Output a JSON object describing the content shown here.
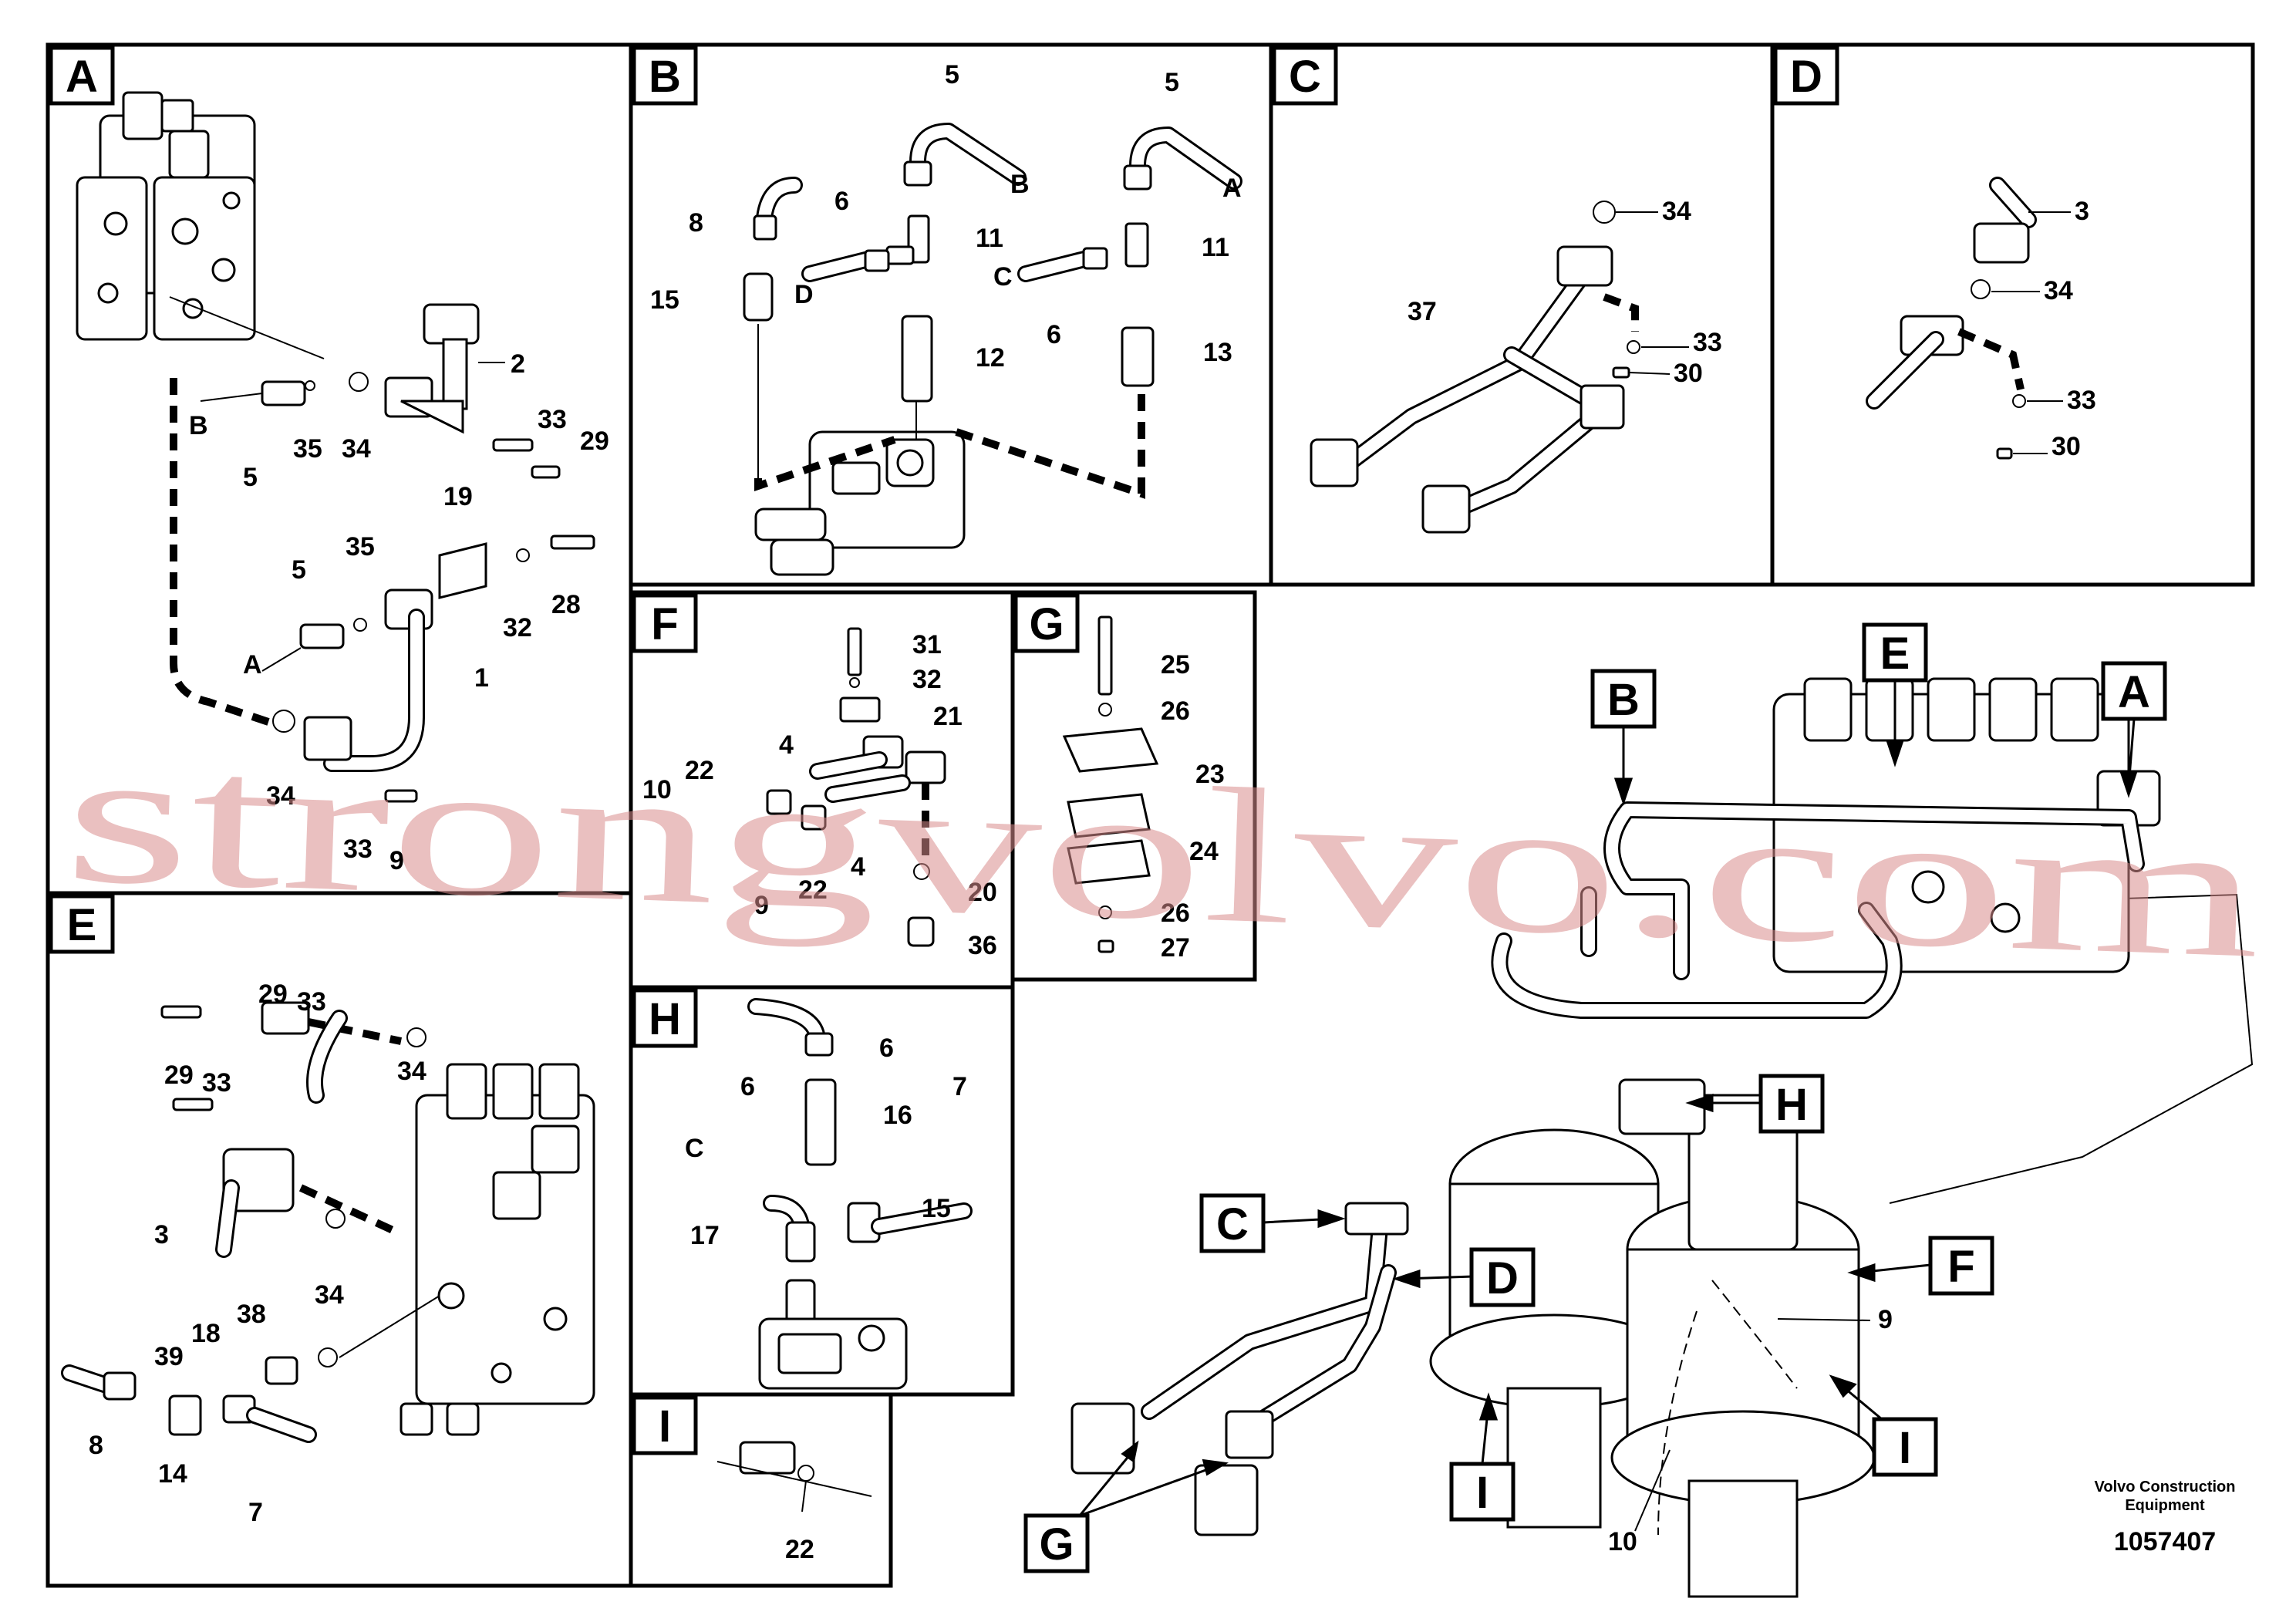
{
  "panels": {
    "A": {
      "letter": "A",
      "labels": [
        "2",
        "B",
        "5",
        "35",
        "34",
        "33",
        "29",
        "19",
        "5",
        "35",
        "A",
        "32",
        "28",
        "1",
        "34",
        "33",
        "9"
      ]
    },
    "B": {
      "letter": "B",
      "labels": [
        "5",
        "B",
        "5",
        "A",
        "8",
        "6",
        "11",
        "11",
        "15",
        "D",
        "C",
        "6",
        "12",
        "13"
      ]
    },
    "C": {
      "letter": "C",
      "labels": [
        "34",
        "37",
        "33",
        "30"
      ]
    },
    "D": {
      "letter": "D",
      "labels": [
        "3",
        "34",
        "33",
        "30"
      ]
    },
    "E": {
      "letter": "E",
      "labels": [
        "29",
        "33",
        "29",
        "33",
        "34",
        "3",
        "34",
        "38",
        "18",
        "39",
        "8",
        "14",
        "7"
      ]
    },
    "F": {
      "letter": "F",
      "labels": [
        "31",
        "32",
        "21",
        "4",
        "22",
        "10",
        "9",
        "22",
        "4",
        "20",
        "36"
      ]
    },
    "G": {
      "letter": "G",
      "labels": [
        "25",
        "26",
        "23",
        "24",
        "26",
        "27"
      ]
    },
    "H": {
      "letter": "H",
      "labels": [
        "6",
        "6",
        "7",
        "16",
        "C",
        "15",
        "17"
      ]
    },
    "I": {
      "letter": "I",
      "labels": [
        "22"
      ]
    }
  },
  "main_view": {
    "callouts": [
      "B",
      "E",
      "A",
      "H",
      "C",
      "D",
      "F",
      "I",
      "I",
      "G"
    ],
    "numbers": [
      "9",
      "10"
    ]
  },
  "footer": {
    "company_line1": "Volvo Construction",
    "company_line2": "Equipment",
    "drawing_number": "1057407"
  },
  "watermark": "strongvolvo.com"
}
